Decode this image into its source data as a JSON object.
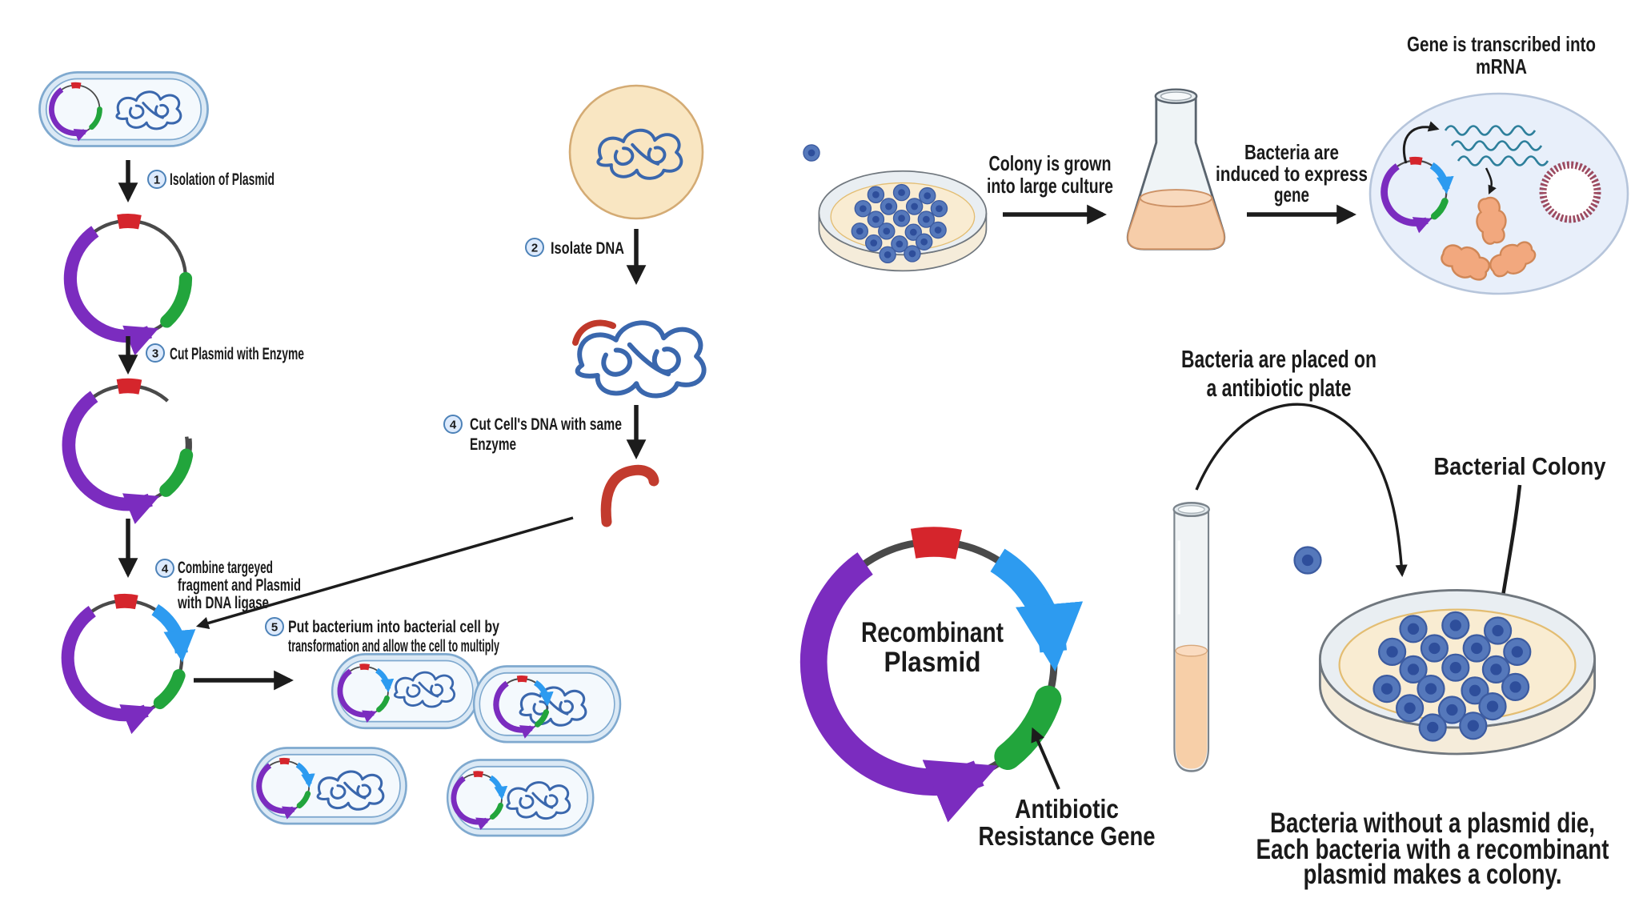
{
  "steps": {
    "isolation": {
      "num": "1",
      "label": "Isolation of Plasmid"
    },
    "isolate_dna": {
      "num": "2",
      "label": "Isolate DNA"
    },
    "cut_plasmid": {
      "num": "3",
      "label": "Cut Plasmid with Enzyme"
    },
    "cut_cell_dna": {
      "num": "4",
      "line1": "Cut Cell's DNA with same",
      "line2": "Enzyme"
    },
    "combine": {
      "num": "4",
      "line1": "Combine targeyed",
      "line2": "fragment and Plasmid",
      "line3": "with DNA ligase"
    },
    "transform": {
      "num": "5",
      "line1": "Put bacterium into bacterial cell by",
      "line2": "transformation and allow the cell to multiply"
    }
  },
  "labels": {
    "colony_grown": {
      "line1": "Colony is grown",
      "line2": "into large culture"
    },
    "induce": {
      "line1": "Bacteria are",
      "line2": "induced to express",
      "line3": "gene"
    },
    "transcribe": {
      "line1": "Gene is transcribed into",
      "line2": "mRNA"
    },
    "plate": {
      "line1": "Bacteria are placed on",
      "line2": "a antibiotic plate"
    },
    "bacterial_colony": "Bacterial Colony",
    "recombinant": {
      "line1": "Recombinant",
      "line2": "Plasmid"
    },
    "resistance": {
      "line1": "Antibiotic",
      "line2": "Resistance Gene"
    },
    "conclusion": {
      "line1": "Bacteria without a plasmid die,",
      "line2": "Each bacteria with a recombinant",
      "line3": "plasmid makes a colony."
    }
  },
  "colors": {
    "plasmid_purple": "#7b2cbf",
    "insert_blue": "#2d9bf0",
    "resistance_green": "#22a53c",
    "ori_red": "#d5252c",
    "dna_blue": "#3a67ad",
    "membrane_blue": "#7fa9cf",
    "cell_fill": "#f4f9fd",
    "badge_fill": "#ddeafc",
    "badge_border": "#4d82b8",
    "agar_tan": "#f9ecd2",
    "colony_blue": "#33539e",
    "mrna_teal": "#2d7f9b",
    "protein_orange": "#f2a87e",
    "ring_maroon": "#9c4a60",
    "text": "#1a1a1a"
  }
}
